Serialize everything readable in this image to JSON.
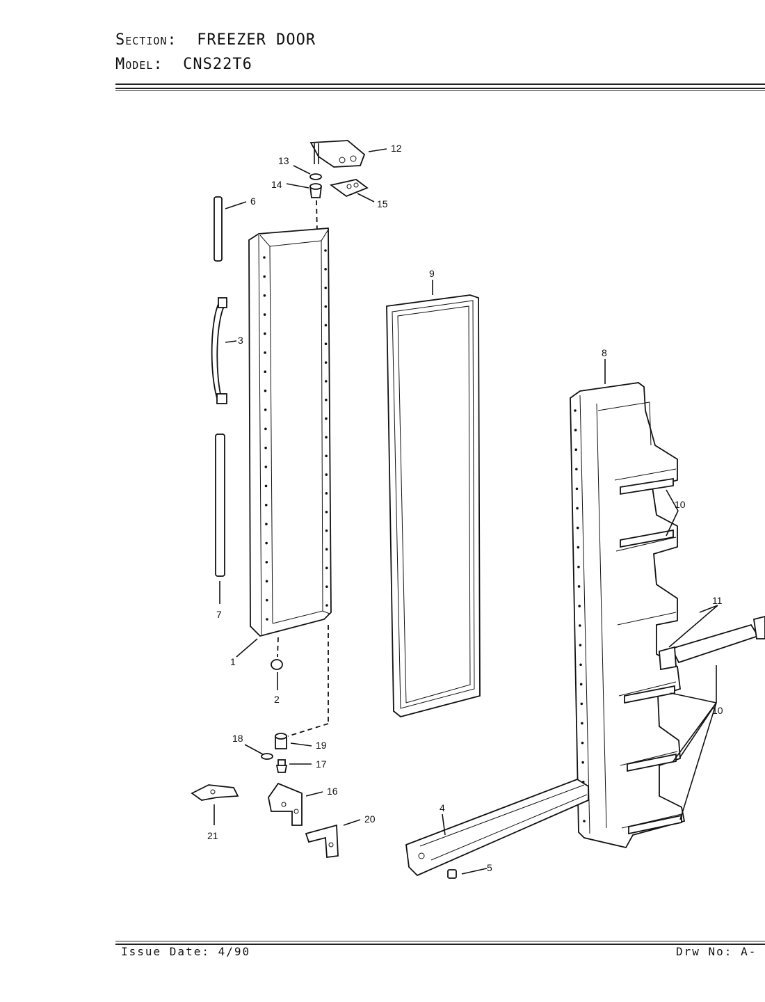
{
  "header": {
    "section_label": "Section:",
    "section_value": "FREEZER DOOR",
    "model_label": "Model:",
    "model_value": "CNS22T6"
  },
  "footer": {
    "issue_date": "Issue Date: 4/90",
    "drawing_no": "Drw No: A-"
  },
  "callouts": {
    "c1": "1",
    "c2": "2",
    "c3": "3",
    "c4": "4",
    "c5": "5",
    "c6": "6",
    "c7": "7",
    "c8": "8",
    "c9": "9",
    "c10a": "10",
    "c10b": "10",
    "c11": "11",
    "c12": "12",
    "c13": "13",
    "c14": "14",
    "c15": "15",
    "c16": "16",
    "c17": "17",
    "c18": "18",
    "c19": "19",
    "c20": "20",
    "c21": "21"
  }
}
